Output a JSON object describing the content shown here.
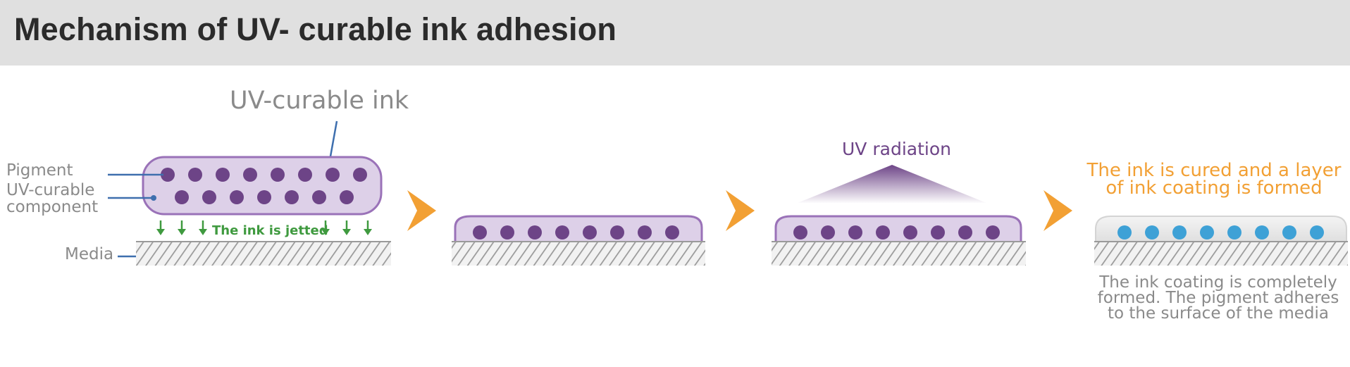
{
  "header": {
    "title": "Mechanism of UV- curable ink adhesion"
  },
  "colors": {
    "title_bg": "#e0e0e0",
    "ink_fill": "#ddd0e8",
    "ink_stroke": "#9a72b8",
    "pigment": "#6d4487",
    "cured_pigment": "#3ea1d6",
    "arrow": "#f2a034",
    "jet_arrow": "#3f9a3f",
    "label_gray": "#8a8a8a",
    "orange_text": "#f2a034",
    "uv_purple": "#6d4487",
    "leader_blue": "#3e6fae"
  },
  "icons": {
    "step_arrow": "chevron-right-icon",
    "jet_arrow": "arrow-down-icon"
  },
  "diagram": {
    "ink_label": "UV-curable ink",
    "pigment_label": "Pigment",
    "component_label_1": "UV-curable",
    "component_label_2": "component",
    "media_label": "Media",
    "jetted_label": "The ink is jetted",
    "uv_label": "UV radiation",
    "cured_line_1": "The ink is cured and a layer",
    "cured_line_2": "of ink coating is formed",
    "final_line_1": "The ink coating is completely",
    "final_line_2": "formed. The pigment adheres",
    "final_line_3": "to the surface of the media"
  }
}
